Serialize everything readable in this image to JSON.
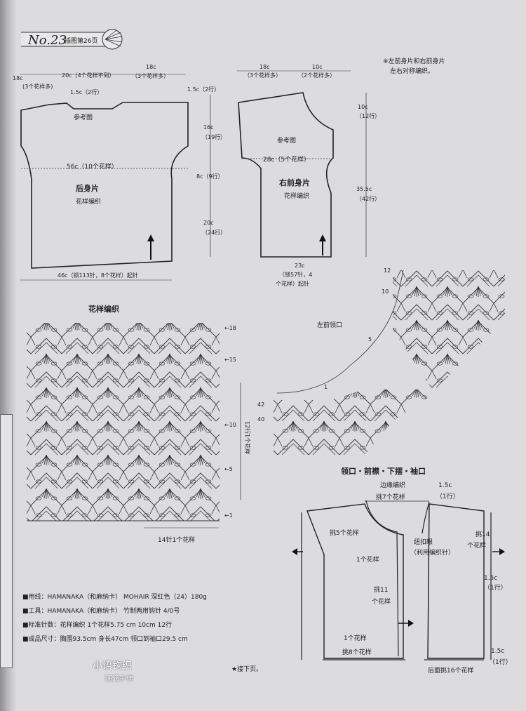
{
  "header": {
    "number": "No.23",
    "reference": "插图第26页"
  },
  "back_piece": {
    "title": "后身片",
    "stitch": "花样编织",
    "reference_label": "参考图",
    "width": "56c（10个花样）",
    "cast_on": "46c（锁113针，8个花样）起针",
    "shoulder_width": "18c",
    "shoulder_pattern": "(3个花样多)",
    "neck_width": "20c（4个花样不到）",
    "right_shoulder_width": "18c",
    "right_shoulder_pattern": "（3个花样多）",
    "neck_depth": "1.5c（2行）"
  },
  "measurements": {
    "shoulder_drop": "1.5c（2行）",
    "armhole_depth": "16c",
    "armhole_rows": "（19行）",
    "underarm": "8c（9行）",
    "lower_length": "20c",
    "lower_rows": "（24行）"
  },
  "front_piece": {
    "title": "右前身片",
    "stitch": "花样编织",
    "reference_label": "参考图",
    "width": "28c（5个花样）",
    "cast_on_width": "23c",
    "cast_on_stitches": "（锁57针，4",
    "cast_on_pattern": "个花样）起针",
    "shoulder_width": "18c",
    "shoulder_pattern": "（3个花样多）",
    "neck_width": "10c",
    "neck_pattern": "（2个花样多）",
    "neck_depth": "10c",
    "neck_rows": "（12行）",
    "length": "35.5c",
    "length_rows": "（42行）"
  },
  "notes": {
    "symmetry_line1": "※左前身片和右前身片",
    "symmetry_line2": "左右对称编织。",
    "continued": "★接下页。"
  },
  "stitch_chart": {
    "title": "花样编织",
    "row_markers": [
      "←18",
      "←15",
      "←10",
      "←5",
      "←1"
    ],
    "row_repeat": "12行1个花样",
    "stitch_repeat": "14针1个花样"
  },
  "neck_chart": {
    "title": "左前领口",
    "row_markers": [
      "12",
      "10",
      "5",
      "1",
      "42",
      "40"
    ]
  },
  "edging": {
    "title": "领口・前襟・下摆・袖口",
    "subtitle": "边缘编织",
    "neck_pickup": "挑7个花样",
    "depth": "1.5c",
    "depth_rows": "（1行）",
    "neck_side": "挑5个花样",
    "buttonhole": "纽扣眼",
    "buttonhole_note": "（利用编织针）",
    "one_pattern": "1个花样",
    "front_pickup": "挑11",
    "front_pickup_unit": "个花样",
    "hem_pickup": "挑8个花样",
    "sleeve_pickup": "挑14",
    "sleeve_pickup_unit": "个花样",
    "sleeve_depth": "1.5c",
    "sleeve_rows": "（1行）",
    "hem_depth": "1.5c",
    "hem_rows": "（1行）",
    "back_pickup": "后面挑16个花样"
  },
  "materials": {
    "yarn": "用线：HAMANAKA（和麻纳卡） MOHAIR 深红色（24）180g",
    "tools": "工具：HAMANAKA（和麻纳卡） 竹制两用钩针 4/0号",
    "gauge": "标准针数：花样编织 1个花样5.75 cm 10cm 12行",
    "size": "成品尺寸：胸围93.5cm 身长47cm 领口到袖口29.5 cm"
  },
  "watermark": {
    "line1": "小语钩织",
    "line2": "陈涵手作"
  }
}
